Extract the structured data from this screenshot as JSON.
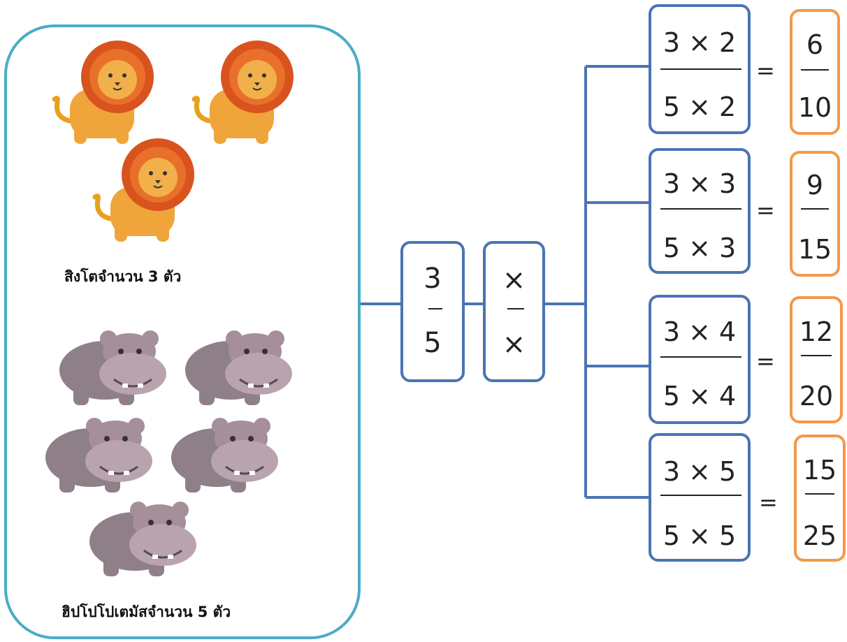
{
  "left_panel": {
    "lion_caption": "สิงโตจำนวน 3 ตัว",
    "hippo_caption": "ฮิปโปโปเตมัสจำนวน 5 ตัว",
    "lion_count": 3,
    "hippo_count": 5
  },
  "base_fraction": {
    "numerator": "3",
    "denominator": "5"
  },
  "multiplier": {
    "numerator": "×",
    "denominator": "×"
  },
  "equivalents": [
    {
      "expr_num": "3 × 2",
      "expr_den": "5 × 2",
      "equals": "=",
      "result_num": "6",
      "result_den": "10"
    },
    {
      "expr_num": "3 × 3",
      "expr_den": "5 × 3",
      "equals": "=",
      "result_num": "9",
      "result_den": "15"
    },
    {
      "expr_num": "3 × 4",
      "expr_den": "5 × 4",
      "equals": "=",
      "result_num": "12",
      "result_den": "20"
    },
    {
      "expr_num": "3 × 5",
      "expr_den": "5 × 5",
      "equals": "=",
      "result_num": "15",
      "result_den": "25"
    }
  ],
  "colors": {
    "panel_border": "#4bacc6",
    "box_border": "#4a74b6",
    "result_border": "#f2994a",
    "connector": "#4a74b6"
  }
}
